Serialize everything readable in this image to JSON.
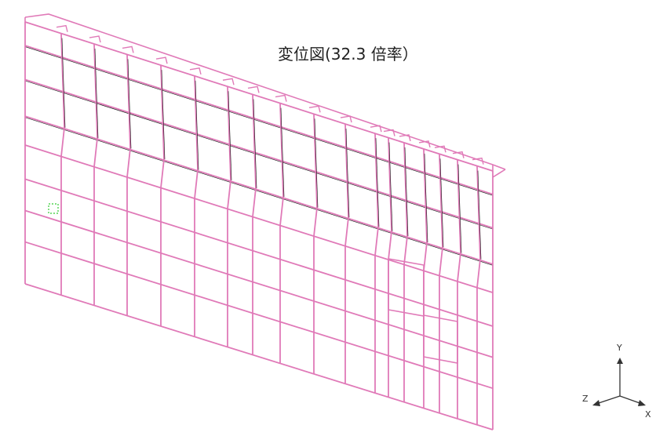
{
  "figure": {
    "title": "変位図(32.3 倍率）",
    "mesh_color": "#e07ab8",
    "edge_color": "#111111",
    "marker_color": "#33cc33"
  },
  "triad": {
    "y_label": "Y",
    "z_label": "Z",
    "x_label": "X",
    "line_color": "#333333"
  }
}
